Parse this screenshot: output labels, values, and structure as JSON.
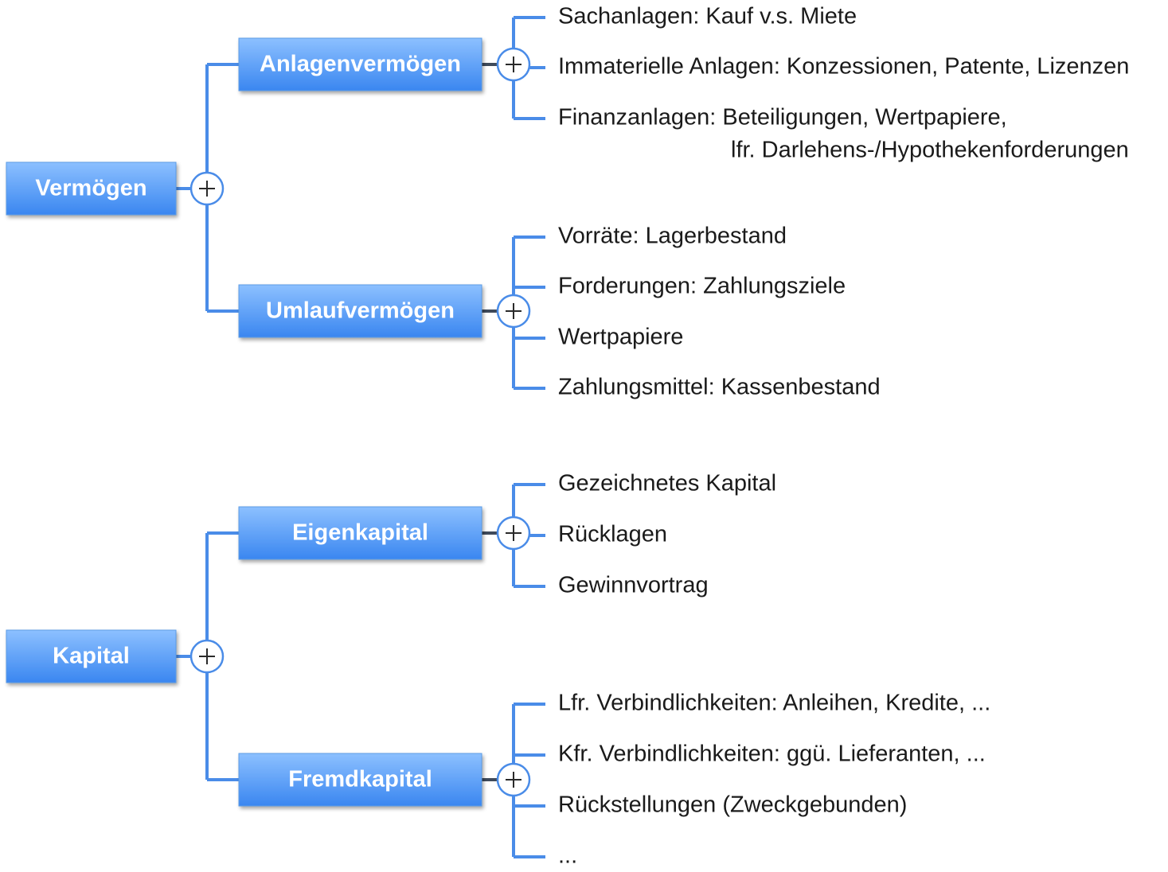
{
  "diagram": {
    "colors": {
      "box_top": "#8cc0ff",
      "box_bottom": "#3a86f0",
      "connector": "#4a8ce8",
      "stub": "#3f4a5a",
      "leaf_text": "#1a1a1a",
      "box_text": "#ffffff"
    },
    "toggle_icon": "plus-icon",
    "roots": [
      {
        "label": "Vermögen",
        "children": [
          {
            "label": "Anlagenvermögen",
            "items": [
              [
                "Sachanlagen: Kauf v.s. Miete"
              ],
              [
                "Immaterielle Anlagen: Konzessionen, Patente, Lizenzen"
              ],
              [
                "Finanzanlagen: Beteiligungen, Wertpapiere,",
                "lfr. Darlehens-/Hypothekenforderungen"
              ]
            ]
          },
          {
            "label": "Umlaufvermögen",
            "items": [
              [
                "Vorräte: Lagerbestand"
              ],
              [
                "Forderungen: Zahlungsziele"
              ],
              [
                "Wertpapiere"
              ],
              [
                "Zahlungsmittel: Kassenbestand"
              ]
            ]
          }
        ]
      },
      {
        "label": "Kapital",
        "children": [
          {
            "label": "Eigenkapital",
            "items": [
              [
                "Gezeichnetes Kapital"
              ],
              [
                "Rücklagen"
              ],
              [
                "Gewinnvortrag"
              ]
            ]
          },
          {
            "label": "Fremdkapital",
            "items": [
              [
                "Lfr. Verbindlichkeiten: Anleihen, Kredite, ..."
              ],
              [
                "Kfr. Verbindlichkeiten:  ggü. Lieferanten, ..."
              ],
              [
                "Rückstellungen (Zweckgebunden)"
              ],
              [
                "..."
              ]
            ]
          }
        ]
      }
    ]
  }
}
